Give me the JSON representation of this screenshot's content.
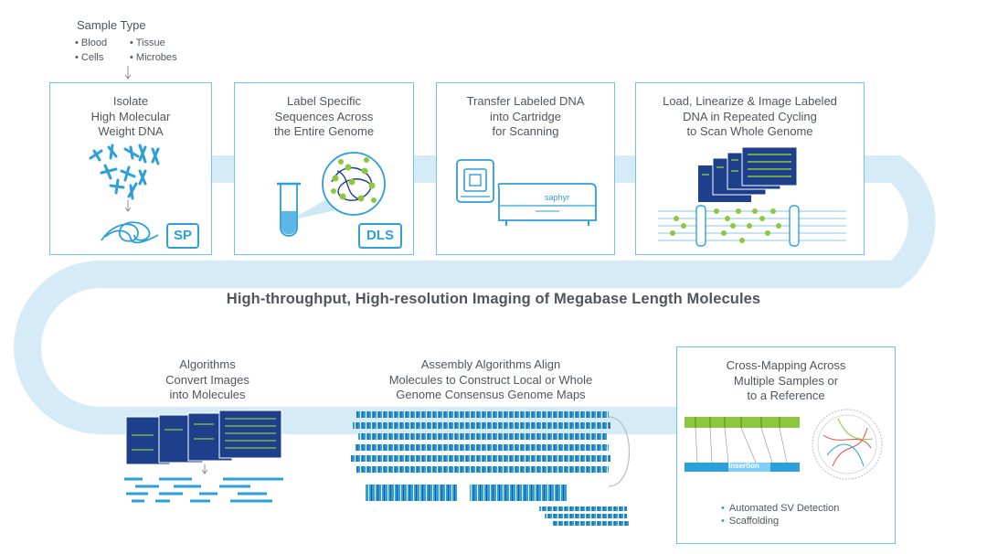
{
  "sample": {
    "title": "Sample Type",
    "types": [
      "Blood",
      "Tissue",
      "Cells",
      "Microbes"
    ]
  },
  "steps": [
    {
      "id": "isolate",
      "lines": [
        "Isolate",
        "High Molecular",
        "Weight DNA"
      ],
      "badge": "SP"
    },
    {
      "id": "label",
      "lines": [
        "Label Specific",
        "Sequences Across",
        "the Entire Genome"
      ],
      "badge": "DLS"
    },
    {
      "id": "transfer",
      "lines": [
        "Transfer Labeled DNA",
        "into Cartridge",
        "for Scanning"
      ],
      "device_label": "saphyr"
    },
    {
      "id": "image",
      "lines": [
        "Load, Linearize & Image Labeled",
        "DNA in Repeated Cycling",
        "to Scan Whole Genome"
      ]
    },
    {
      "id": "algorithms",
      "lines": [
        "Algorithms",
        "Convert Images",
        "into Molecules"
      ]
    },
    {
      "id": "assembly",
      "lines": [
        "Assembly Algorithms Align",
        "Molecules to Construct Local or Whole",
        "Genome Consensus Genome Maps"
      ]
    },
    {
      "id": "crossmap",
      "lines": [
        "Cross-Mapping Across",
        "Multiple Samples or",
        "to a Reference"
      ],
      "map_label": "Insertion",
      "bullets": [
        "Automated SV Detection",
        "Scaffolding"
      ]
    }
  ],
  "headline": "High-throughput, High-resolution Imaging of Megabase Length Molecules",
  "colors": {
    "accent": "#2d9fd9",
    "band": "#d5ebf8",
    "border": "#6fc4ea",
    "green": "#8dc63f",
    "navy": "#1e3f8c"
  }
}
